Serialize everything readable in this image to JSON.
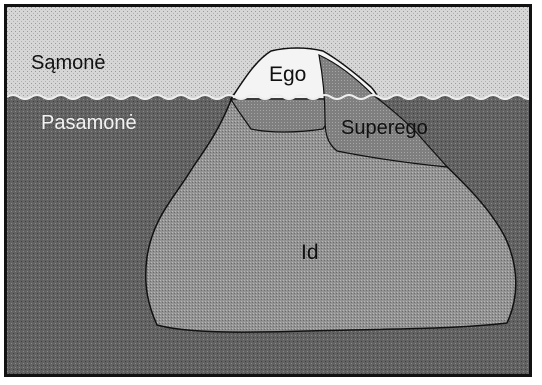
{
  "diagram": {
    "labels": {
      "conscious": "Sąmonė",
      "unconscious": "Pasamonė",
      "ego": "Ego",
      "superego": "Superego",
      "id": "Id"
    },
    "colors": {
      "sky": "#d2d2d2",
      "water": "#5f5f5f",
      "iceberg_top": "#f4f4f4",
      "iceberg_body": "#8e8e8e",
      "outline": "#111111"
    }
  }
}
